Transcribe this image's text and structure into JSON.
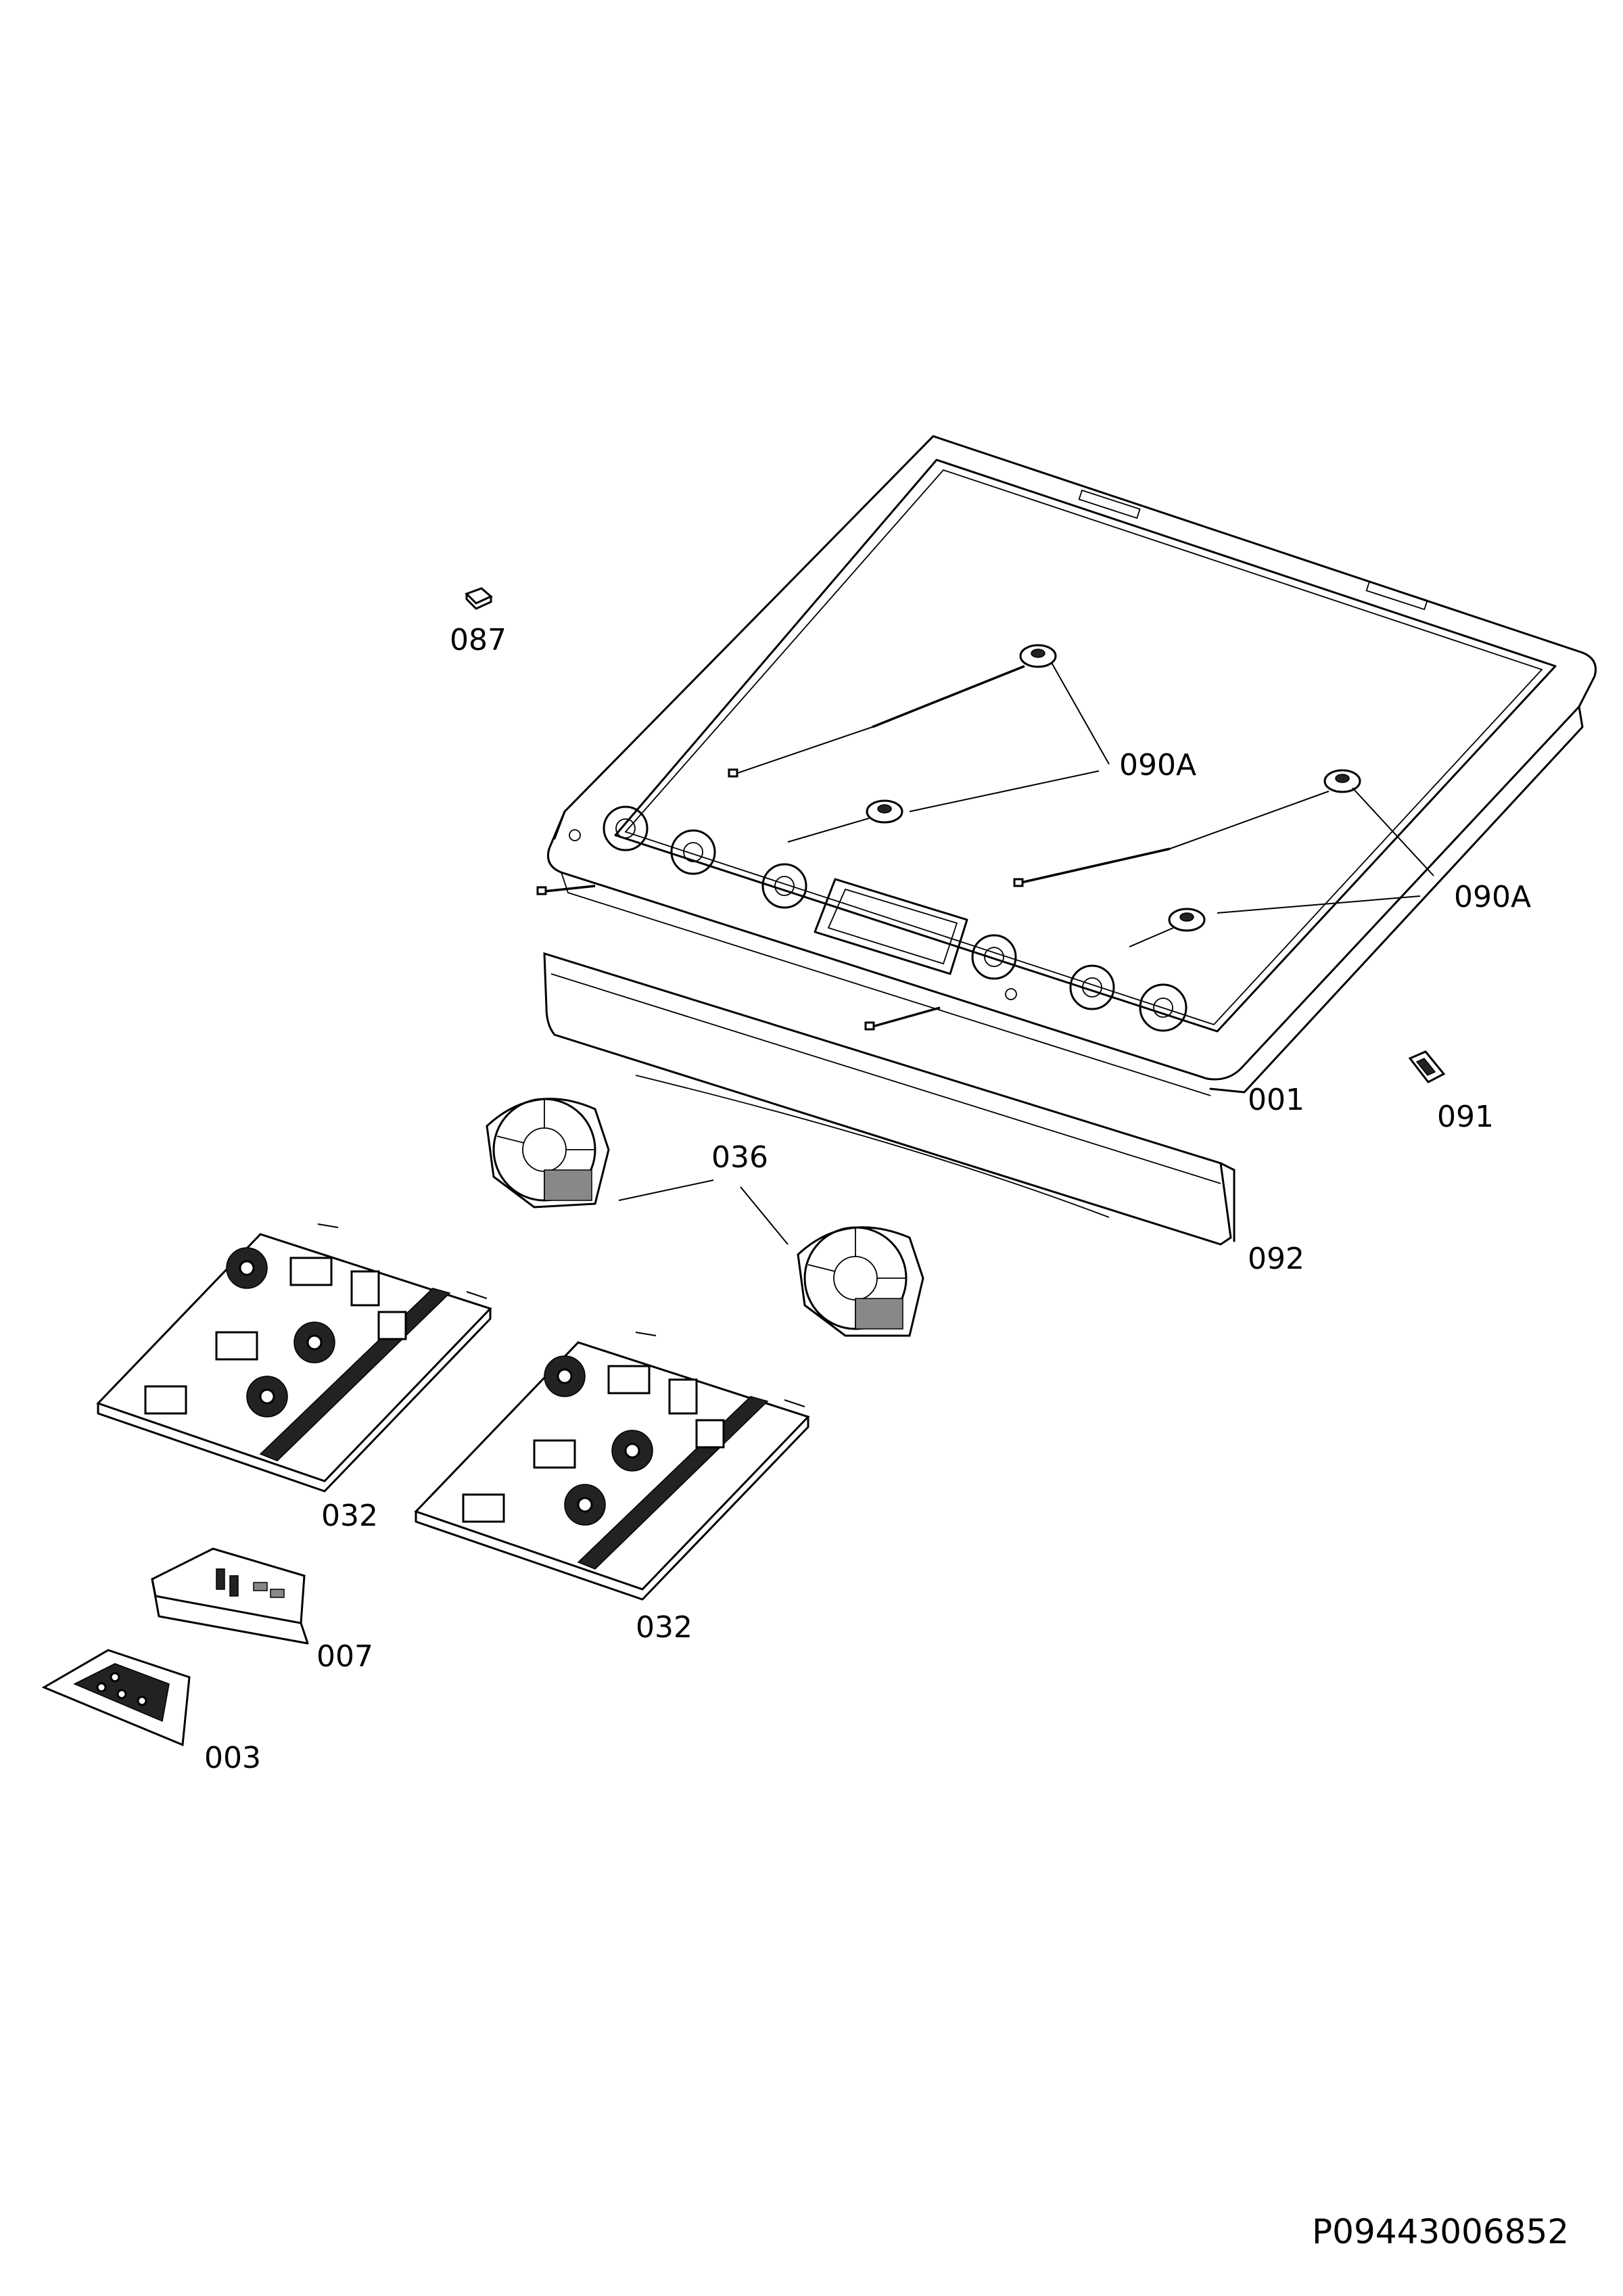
{
  "labels": {
    "p087": "087",
    "p090a_upper": "090A",
    "p090a_lower": "090A",
    "p001": "001",
    "p091": "091",
    "p036": "036",
    "p092": "092",
    "p032_left": "032",
    "p032_right": "032",
    "p007": "007",
    "p003": "003"
  },
  "drawing_number": "P09443006852"
}
